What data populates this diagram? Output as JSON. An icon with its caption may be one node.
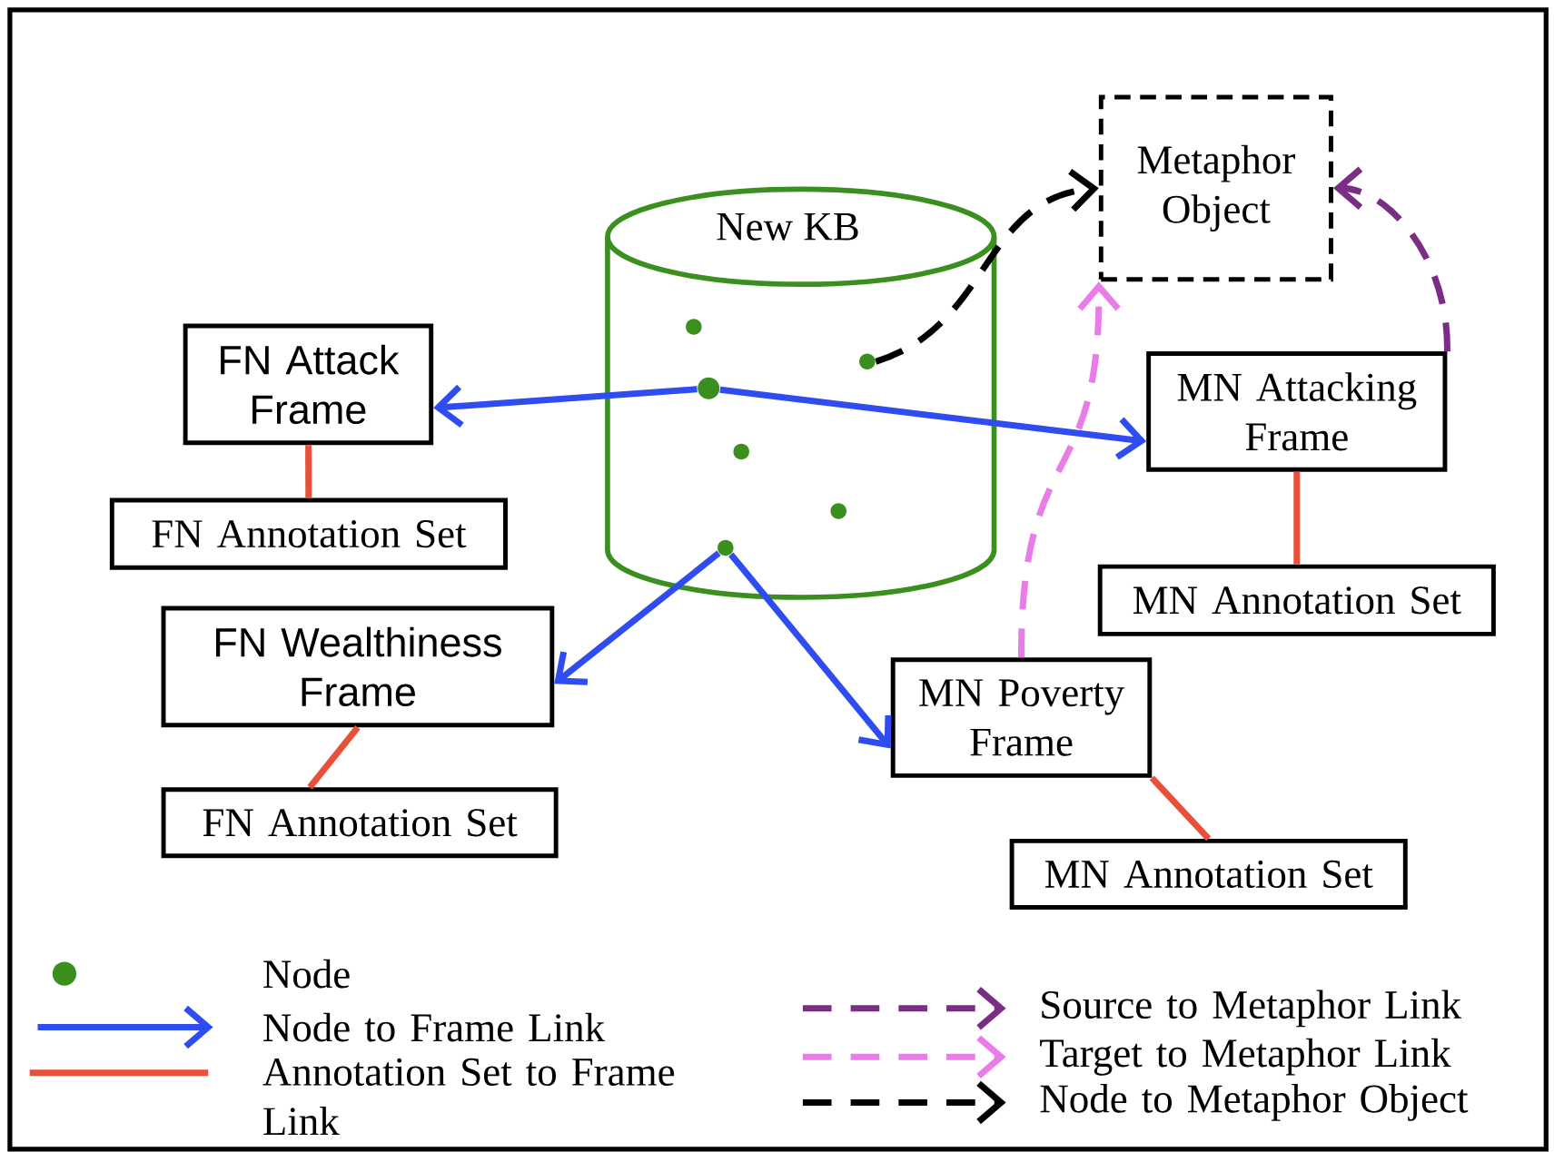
{
  "diagram": {
    "nodes": [
      {
        "text": [
          "New KB"
        ]
      },
      {
        "text": [],
        "shape": "circle",
        "in": 0
      },
      {
        "text": [],
        "shape": "circle",
        "in": 0
      },
      {
        "text": [],
        "shape": "circle",
        "in": 0
      },
      {
        "text": [],
        "shape": "circle",
        "in": 0
      },
      {
        "text": [],
        "shape": "circle",
        "in": 0
      },
      {
        "text": [],
        "shape": "circle",
        "in": 0
      },
      {
        "text": [
          "Metaphor Object"
        ]
      },
      {
        "text": [
          "FN Attack Frame"
        ]
      },
      {
        "text": [
          "MN Attacking Frame"
        ]
      },
      {
        "text": [
          "FN Annotation Set"
        ]
      },
      {
        "text": [
          "MN Annotation Set"
        ]
      },
      {
        "text": [
          "FN Wealthiness Frame"
        ]
      },
      {
        "text": [
          "MN Poverty Frame"
        ]
      },
      {
        "text": [
          "FN Annotation Set"
        ]
      },
      {
        "text": [
          "MN Annotation Set"
        ]
      }
    ],
    "edges": [
      {
        "from": 3,
        "to": 8,
        "arrow": "to",
        "color": "#2f4cf0"
      },
      {
        "from": 3,
        "to": 9,
        "arrow": "to",
        "color": "#2f4cf0"
      },
      {
        "from": 6,
        "to": 12,
        "arrow": "to",
        "color": "#2f4cf0"
      },
      {
        "from": 6,
        "to": 13,
        "arrow": "to",
        "color": "#2f4cf0"
      },
      {
        "from": 10,
        "to": 8,
        "arrow": "none",
        "color": "#e8503a"
      },
      {
        "from": 11,
        "to": 9,
        "arrow": "none",
        "color": "#e8503a"
      },
      {
        "from": 14,
        "to": 12,
        "arrow": "none",
        "color": "#e8503a"
      },
      {
        "from": 15,
        "to": 13,
        "arrow": "none",
        "color": "#e8503a"
      },
      {
        "from": 2,
        "to": 7,
        "arrow": "to",
        "style": "dashed",
        "color": "#000000"
      },
      {
        "from": 9,
        "to": 7,
        "arrow": "to",
        "style": "dashed",
        "color": "#7b2d86"
      },
      {
        "from": 13,
        "to": 7,
        "arrow": "to",
        "style": "dashed",
        "color": "#ea7cea"
      }
    ],
    "legend": [
      {
        "text": "Node"
      },
      {
        "text": "Node to Frame Link"
      },
      {
        "text": "Annotation Set to Frame Link"
      },
      {
        "text": "Source to Metaphor Link"
      },
      {
        "text": "Target to Metaphor Link"
      },
      {
        "text": "Node to Metaphor Object"
      }
    ]
  }
}
